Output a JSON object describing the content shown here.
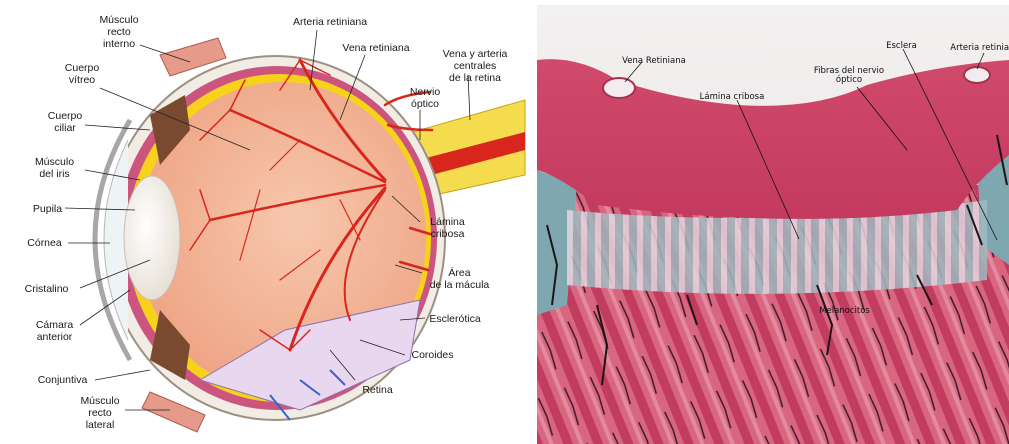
{
  "left_diagram": {
    "labels": {
      "musculo_recto_interno": "Músculo\nrecto\ninterno",
      "arteria_retiniana": "Arteria retiniana",
      "vena_retiniana": "Vena retiniana",
      "vena_arteria_centrales": "Vena y arteria centrales\nde la retina",
      "cuerpo_vitreo": "Cuerpo\nvítreo",
      "nervio_optico": "Nervio\nóptico",
      "cuerpo_ciliar": "Cuerpo\nciliar",
      "musculo_iris": "Músculo\ndel iris",
      "pupila": "Pupila",
      "lamina_cribosa": "Lámina\ncribosa",
      "cornea": "Córnea",
      "area_macula": "Área\nde la mácula",
      "cristalino": "Cristalino",
      "esclerotica": "Esclerótica",
      "camara_anterior": "Cámara\nanterior",
      "coroides": "Coroides",
      "conjuntiva": "Conjuntiva",
      "retina": "Retina",
      "musculo_recto_lateral": "Músculo\nrecto\nlateral"
    }
  },
  "right_histology": {
    "labels": {
      "vena_retiniana": "Vena Retiniana",
      "esclera": "Esclera",
      "arteria_retiniana": "Arteria retiniana",
      "fibras_nervio_optico": "Fibras  del nervio\nóptico",
      "lamina_cribosa": "Lámina cribosa",
      "melanocitos": "Melanocitos"
    }
  },
  "colors": {
    "retina_fill": "#f2b79a",
    "vessel": "#d9261c",
    "retina_yellow": "#f6d21b",
    "choroid": "#c94a7a",
    "tissue_pink": "#cf3f66",
    "stain_teal": "#7fa7b0"
  }
}
